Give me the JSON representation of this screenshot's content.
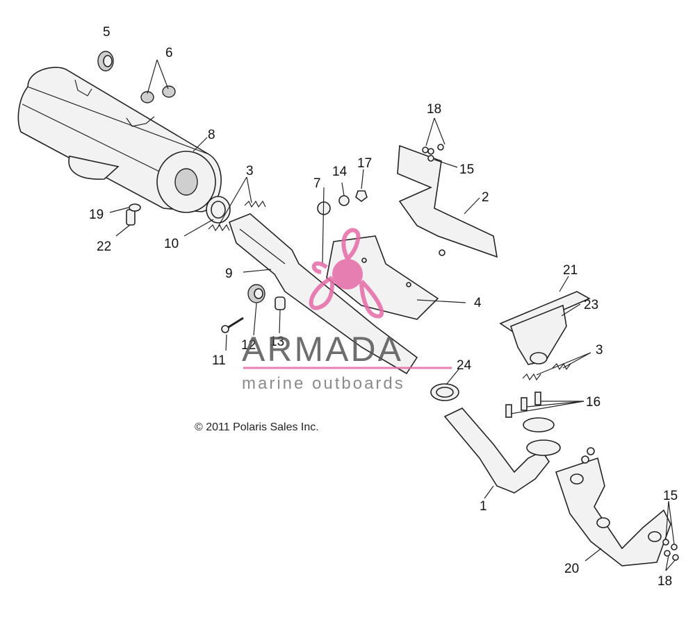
{
  "copyright": "© 2011 Polaris Sales Inc.",
  "watermark": {
    "name": "ARMADA",
    "tagline": "marine outboards",
    "color": "#e46aa6"
  },
  "callouts": [
    {
      "id": "c5",
      "label": "5"
    },
    {
      "id": "c6",
      "label": "6"
    },
    {
      "id": "c8",
      "label": "8"
    },
    {
      "id": "c3a",
      "label": "3"
    },
    {
      "id": "c7",
      "label": "7"
    },
    {
      "id": "c14",
      "label": "14"
    },
    {
      "id": "c17",
      "label": "17"
    },
    {
      "id": "c18a",
      "label": "18"
    },
    {
      "id": "c15a",
      "label": "15"
    },
    {
      "id": "c2",
      "label": "2"
    },
    {
      "id": "c19",
      "label": "19"
    },
    {
      "id": "c22",
      "label": "22"
    },
    {
      "id": "c10",
      "label": "10"
    },
    {
      "id": "c9",
      "label": "9"
    },
    {
      "id": "c4",
      "label": "4"
    },
    {
      "id": "c21",
      "label": "21"
    },
    {
      "id": "c23",
      "label": "23"
    },
    {
      "id": "c3b",
      "label": "3"
    },
    {
      "id": "c11",
      "label": "11"
    },
    {
      "id": "c12",
      "label": "12"
    },
    {
      "id": "c13",
      "label": "13"
    },
    {
      "id": "c24",
      "label": "24"
    },
    {
      "id": "c16",
      "label": "16"
    },
    {
      "id": "c1",
      "label": "1"
    },
    {
      "id": "c15b",
      "label": "15"
    },
    {
      "id": "c20",
      "label": "20"
    },
    {
      "id": "c18b",
      "label": "18"
    }
  ]
}
